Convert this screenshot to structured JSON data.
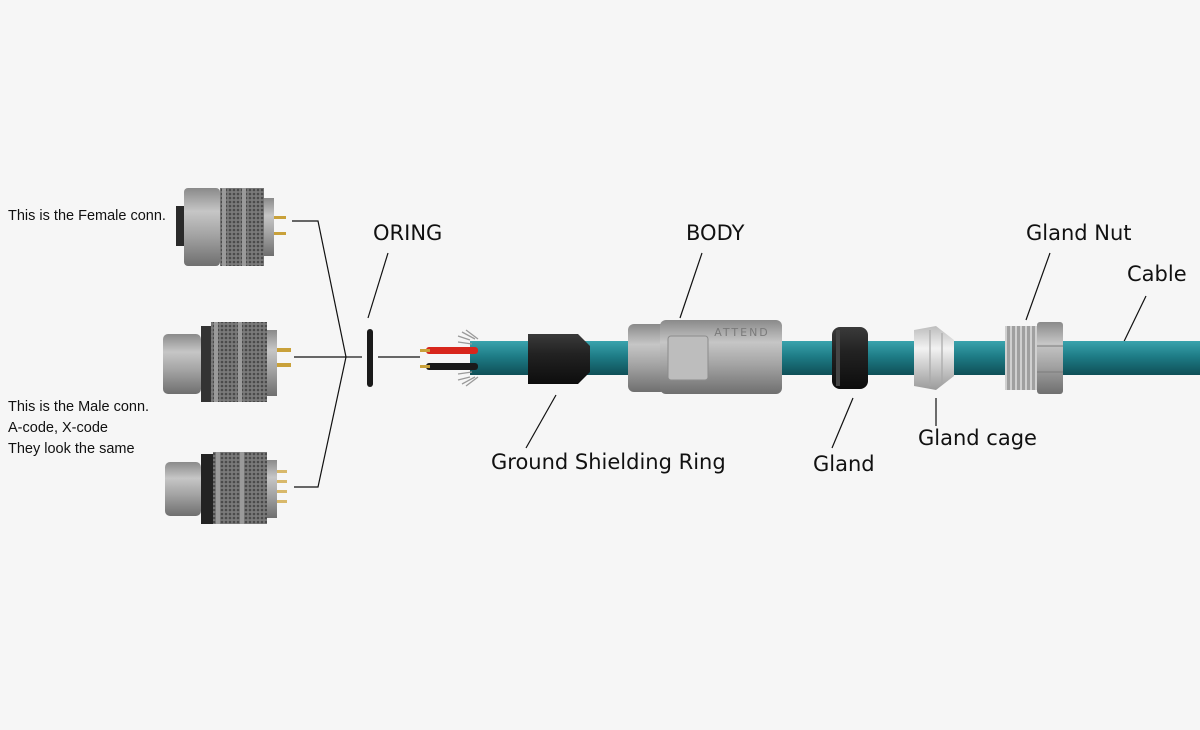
{
  "labels": {
    "female": "This is the Female conn.",
    "male_line1": "This is the Male conn.",
    "male_line2": "A-code, X-code",
    "male_line3": "They look the same",
    "oring": "ORING",
    "body": "BODY",
    "gland_nut": "Gland Nut",
    "cable": "Cable",
    "ground_ring": "Ground Shielding Ring",
    "gland": "Gland",
    "gland_cage": "Gland cage"
  },
  "body_marking": "ATTEND",
  "colors": {
    "background": "#f6f6f6",
    "cable": "#1e7c86",
    "connector_grey": "#a7a7a7",
    "ground_ring": "#262626",
    "gland": "#1c1c1c",
    "gland_cage": "#e6e6e6",
    "wire_red": "#d8261c",
    "pins": "#c9a13a",
    "leader_lines": "#111111"
  }
}
